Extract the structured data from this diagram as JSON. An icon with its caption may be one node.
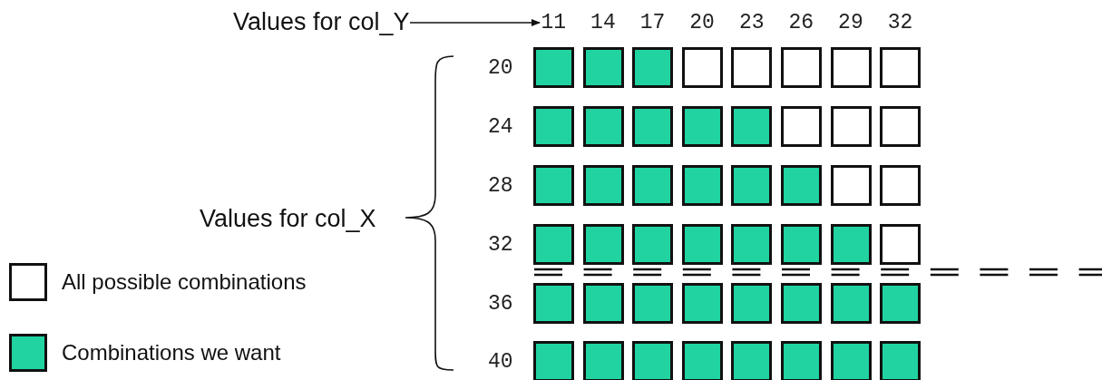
{
  "diagram": {
    "nodes": [
      {
        "text": [
          "Values for col_Y"
        ]
      },
      {
        "text": [
          "11"
        ]
      }
    ],
    "edges": [
      {
        "from": 0,
        "to": 1,
        "arrow": "to"
      }
    ],
    "labels": [
      "14",
      "17",
      "20",
      "23",
      "26",
      "29",
      "32",
      "Values for col_X",
      "20",
      "24",
      "28",
      "32",
      "36",
      "40"
    ],
    "legend": [
      {
        "text": "All possible combinations",
        "color": "#ffffff"
      },
      {
        "text": "Combinations we want",
        "color": "#20d3a0"
      }
    ]
  }
}
